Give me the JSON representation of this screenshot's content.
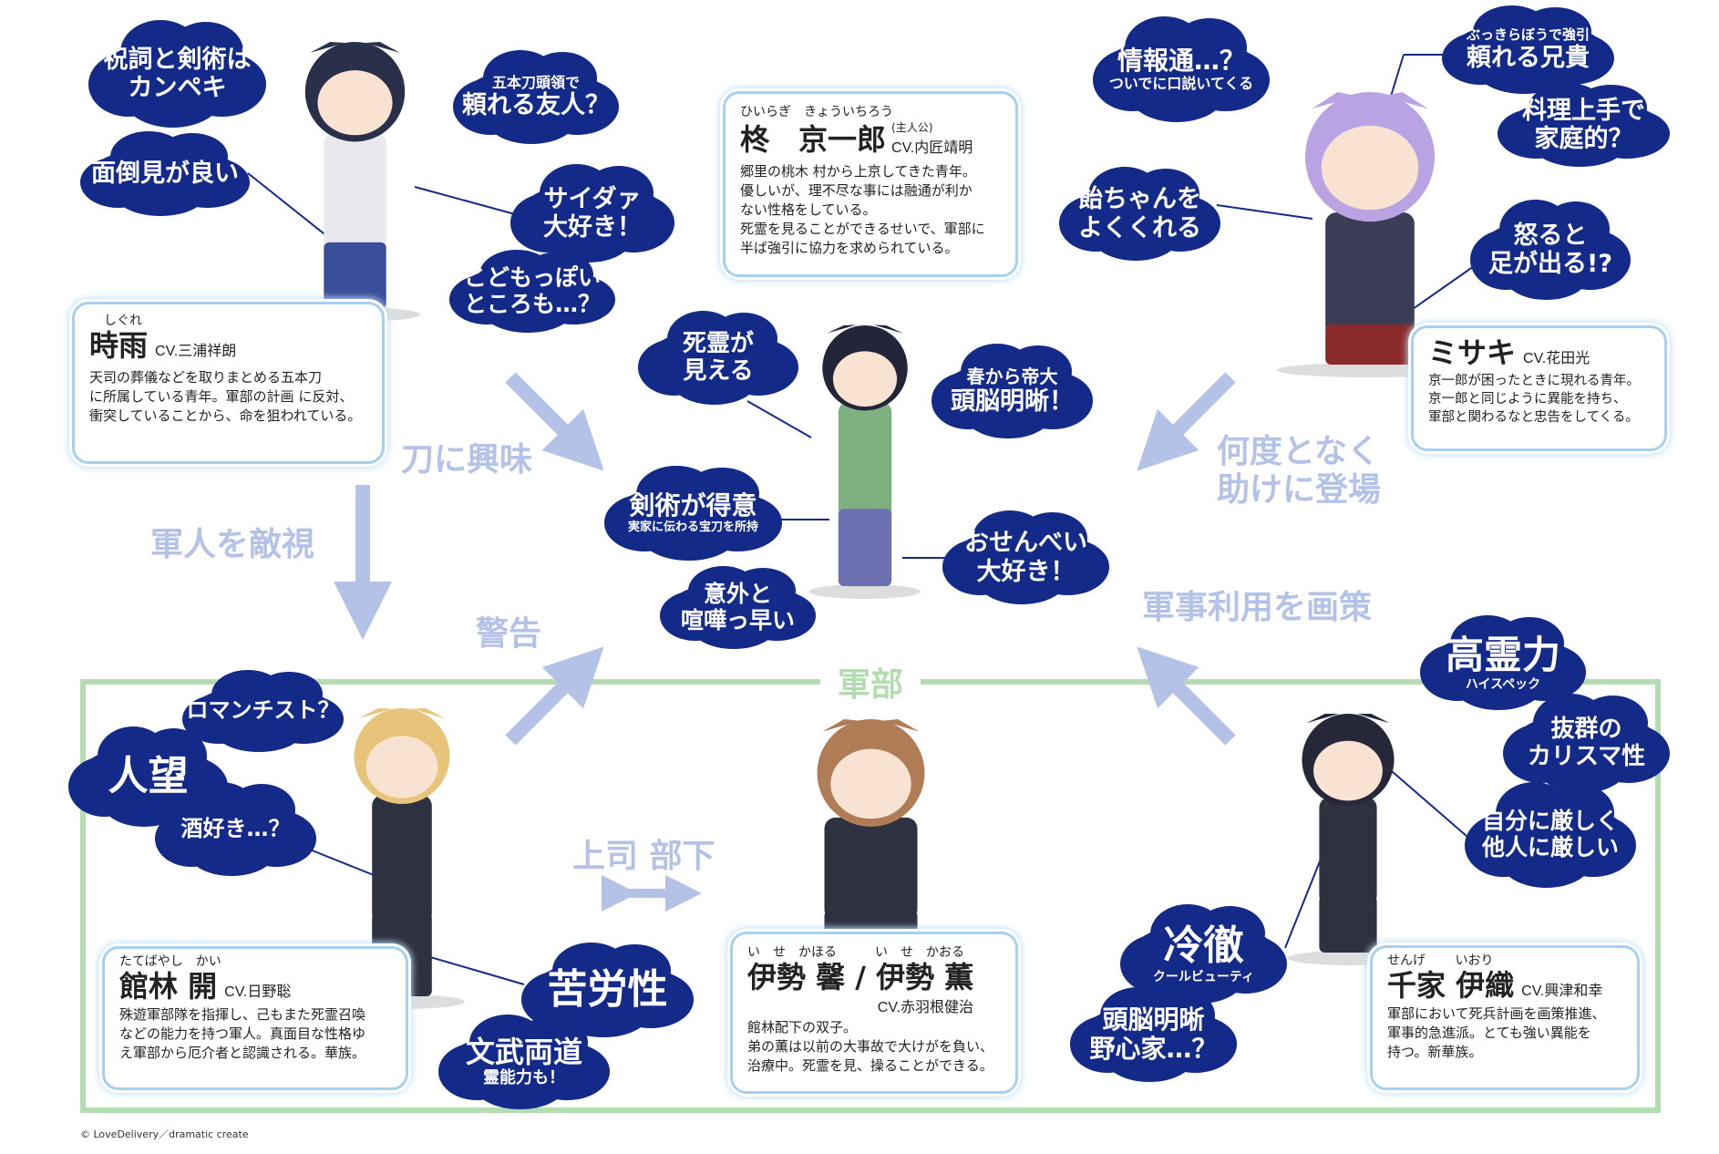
{
  "group_label": "軍部",
  "copyright": "© LoveDelivery／dramatic create",
  "colors": {
    "bubble": "#142a88",
    "arrow": "#b3c2e6",
    "frame": "#b5dbb0",
    "box_border": "#a7d0f0"
  },
  "characters": [
    {
      "id": "kyoichiro",
      "ruby": "ひいらぎ　きょういちろう",
      "name": "柊　京一郎",
      "role": "(主人公)",
      "cv": "CV.内匠靖明",
      "desc": [
        "郷里の桃木 村から上京してきた青年。",
        "優しいが、理不尽な事には融通が利か",
        "ない性格をしている。",
        "死霊を見ることができるせいで、軍部に",
        "半ば強引に協力を求められている。"
      ]
    },
    {
      "id": "shigure",
      "ruby": "しぐれ",
      "name": "時雨",
      "cv": "CV.三浦祥朗",
      "desc": [
        "天司の葬儀などを取りまとめる五本刀",
        "に所属している青年。軍部の計画 に反対、",
        "衝突していることから、命を狙われている。"
      ]
    },
    {
      "id": "misaki",
      "ruby": "",
      "name": "ミサキ",
      "cv": "CV.花田光",
      "desc": [
        "京一郎が困ったときに現れる青年。",
        "京一郎と同じように異能を持ち、",
        "軍部と関わるなと忠告をしてくる。"
      ]
    },
    {
      "id": "tatebayashi",
      "ruby": "たてばやし　かい",
      "name": "館林 開",
      "cv": "CV.日野聡",
      "desc": [
        "殊遊軍部隊を指揮し、己もまた死霊召喚",
        "などの能力を持つ軍人。真面目な性格ゆ",
        "え軍部から厄介者と認識される。華族。"
      ]
    },
    {
      "id": "ise",
      "ruby": "い　せ　かほる　　　い　せ　かおる",
      "name": "伊勢 馨 / 伊勢 薫",
      "cv": "CV.赤羽根健治",
      "desc": [
        "館林配下の双子。",
        "弟の薫は以前の大事故で大けがを負い、",
        "治療中。死霊を見、操ることができる。"
      ]
    },
    {
      "id": "senge",
      "ruby": "せんげ　　 いおり",
      "name": "千家 伊織",
      "cv": "CV.興津和幸",
      "desc": [
        "軍部において死兵計画を画策推進、",
        "軍事的急進派。とても強い異能を",
        "持つ。新華族。"
      ]
    }
  ],
  "bubbles": [
    {
      "lines": [
        "祝詞と剣術は",
        "カンペキ"
      ]
    },
    {
      "lines": [
        "面倒見が良い"
      ]
    },
    {
      "lines": [
        "五本刀頭領で",
        "頼れる友人？"
      ]
    },
    {
      "lines": [
        "サイダァ",
        "大好き！"
      ]
    },
    {
      "lines": [
        "こどもっぽい",
        "ところも…？"
      ]
    },
    {
      "lines": [
        "死霊が",
        "見える"
      ]
    },
    {
      "lines": [
        "春から帝大",
        "頭脳明晰！"
      ]
    },
    {
      "lines": [
        "剣術が得意",
        "実家に伝わる宝刀を所持"
      ]
    },
    {
      "lines": [
        "意外と",
        "喧嘩っ早い"
      ]
    },
    {
      "lines": [
        "おせんべい",
        "大好き！"
      ]
    },
    {
      "lines": [
        "情報通…？",
        "ついでに口説いてくる"
      ]
    },
    {
      "lines": [
        "飴ちゃんを",
        "よくくれる"
      ]
    },
    {
      "lines": [
        "ぶっきらぼうで強引",
        "頼れる兄貴"
      ]
    },
    {
      "lines": [
        "料理上手で",
        "家庭的？"
      ]
    },
    {
      "lines": [
        "怒ると",
        "足が出る!?"
      ]
    },
    {
      "lines": [
        "ロマンチスト？"
      ]
    },
    {
      "lines": [
        "人望"
      ]
    },
    {
      "lines": [
        "酒好き…？"
      ]
    },
    {
      "lines": [
        "苦労性"
      ]
    },
    {
      "lines": [
        "文武両道",
        "霊能力も！"
      ]
    },
    {
      "lines": [
        "高霊力",
        "ハイスペック"
      ]
    },
    {
      "lines": [
        "抜群の",
        "カリスマ性"
      ]
    },
    {
      "lines": [
        "自分に厳しく",
        "他人に厳しい"
      ]
    },
    {
      "lines": [
        "冷徹",
        "クールビューティ"
      ]
    },
    {
      "lines": [
        "頭脳明晰",
        "野心家…？"
      ]
    }
  ],
  "relations": {
    "shigure_to_kyo": "刀に興味",
    "shigure_to_military": "軍人を敵視",
    "warning": "警告",
    "misaki_to_kyo_1": "何度となく",
    "misaki_to_kyo_2": "助けに登場",
    "military_to_kyo": "軍事利用を画策",
    "boss_subordinate": "上司 部下"
  }
}
